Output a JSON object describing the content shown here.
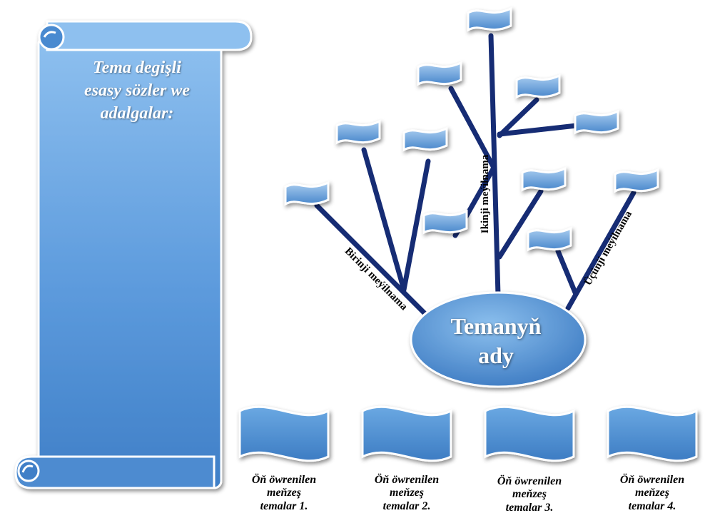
{
  "scroll": {
    "lines": [
      "Tema degişli",
      "esasy sözler we",
      "adalgalar:"
    ]
  },
  "center": {
    "lines": [
      "Temanyň",
      "ady"
    ]
  },
  "branches": [
    "Birinji meýilnama",
    "Ikinji meýilnama",
    "Üçünji meýilnama"
  ],
  "prior_topics": [
    [
      "Öň öwrenilen",
      "meňzeş",
      "temalar 1."
    ],
    [
      "Öň öwrenilen",
      "meňzeş",
      "temalar 2."
    ],
    [
      "Öň öwrenilen",
      "meňzeş",
      "temalar 3."
    ],
    [
      "Öň öwrenilen",
      "meňzeş",
      "temalar 4."
    ]
  ],
  "colors": {
    "branch": "#162c74",
    "shape_light": "#a9cdf0",
    "shape_dark": "#3f7fc7",
    "outline": "#ffffff"
  }
}
